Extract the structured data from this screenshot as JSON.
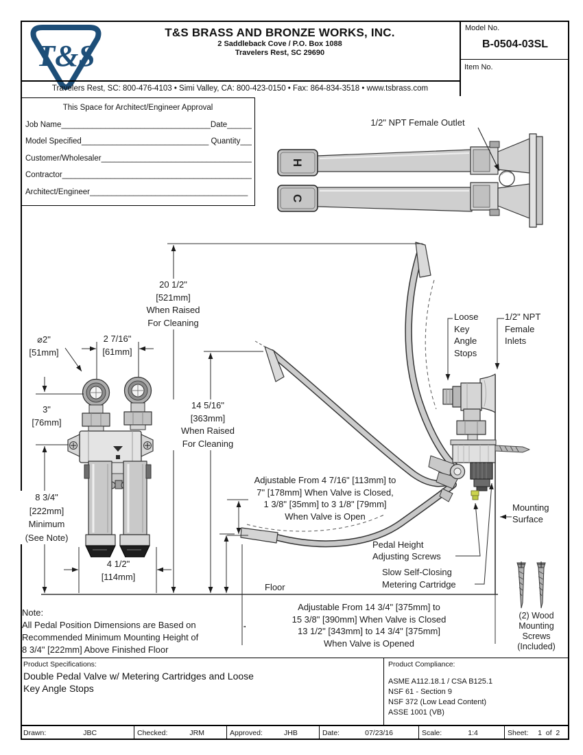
{
  "header": {
    "logo_text": "T&S",
    "company": "T&S BRASS AND BRONZE WORKS, INC.",
    "address1": "2 Saddleback Cove / P.O. Box 1088",
    "address2": "Travelers Rest, SC  29690",
    "contact": "Travelers Rest, SC: 800-476-4103 • Simi Valley, CA: 800-423-0150 • Fax: 864-834-3518 • www.tsbrass.com",
    "model_label": "Model No.",
    "model_value": "B-0504-03SL",
    "item_label": "Item No."
  },
  "approval": {
    "title": "This Space for Architect/Engineer Approval",
    "rows": [
      "Job Name__________________________________Date_________",
      "Model Specified_____________________________ Quantity______",
      "Customer/Wholesaler___________________________________",
      "Contractor____________________________________________",
      "Architect/Engineer____________________________________"
    ]
  },
  "drawing": {
    "outlet_label": "1/2\" NPT Female Outlet",
    "top_view": {
      "h_label": "H",
      "c_label": "C"
    },
    "dim20": [
      "20 1/2\"",
      "[521mm]",
      "When Raised",
      "For Cleaning"
    ],
    "dim14": [
      "14 5/16\"",
      "[363mm]",
      "When Raised",
      "For Cleaning"
    ],
    "dia2": [
      "⌀2\"",
      "[51mm]"
    ],
    "dim2716": [
      "2 7/16\"",
      "[61mm]"
    ],
    "dim3": [
      "3\"",
      "[76mm]"
    ],
    "dim834": [
      "8 3/4\"",
      "[222mm]",
      "Minimum",
      "(See Note)"
    ],
    "dim412": [
      "4 1/2\"",
      "[114mm]"
    ],
    "loose_key": [
      "Loose",
      "Key",
      "Angle",
      "Stops"
    ],
    "inlets": [
      "1/2\" NPT",
      "Female",
      "Inlets"
    ],
    "adjustable_open": [
      "Adjustable From 4 7/16\" [113mm] to",
      "7\" [178mm] When Valve is Closed,",
      "1 3/8\" [35mm] to 3 1/8\" [79mm]",
      "When Valve is Open"
    ],
    "mounting_surface": [
      "Mounting",
      "Surface"
    ],
    "pedal_height": [
      "Pedal Height",
      "Adjusting Screws"
    ],
    "slow_closing": [
      "Slow Self-Closing",
      "Metering Cartridge"
    ],
    "floor": "Floor",
    "adjustable_floor": [
      "Adjustable From 14 3/4\" [375mm] to",
      "15 3/8\" [390mm] When Valve is Closed",
      "13 1/2\" [343mm] to 14 3/4\" [375mm]",
      "When Valve is Opened"
    ],
    "note": [
      "Note:",
      "All Pedal Position Dimensions are Based on",
      "Recommended Minimum Mounting Height of",
      "8 3/4\" [222mm] Above Finished Floor"
    ],
    "wood_screws": [
      "(2) Wood",
      "Mounting",
      "Screws",
      "(Included)"
    ]
  },
  "specs": {
    "label": "Product Specifications:",
    "lines": [
      "Double Pedal Valve w/ Metering Cartridges and Loose",
      "Key Angle Stops"
    ]
  },
  "compliance": {
    "label": "Product Compliance:",
    "items": [
      "ASME A112.18.1 / CSA B125.1",
      "NSF 61 - Section 9",
      "NSF 372 (Low Lead Content)",
      "ASSE 1001 (VB)"
    ]
  },
  "footer": {
    "cells": [
      {
        "label": "Drawn:",
        "value": "JBC"
      },
      {
        "label": "Checked:",
        "value": "JRM"
      },
      {
        "label": "Approved:",
        "value": "JHB"
      },
      {
        "label": "Date:",
        "value": "07/23/16"
      },
      {
        "label": "Scale:",
        "value": "1:4"
      },
      {
        "label": "Sheet:",
        "value": "1  of  2"
      }
    ]
  }
}
